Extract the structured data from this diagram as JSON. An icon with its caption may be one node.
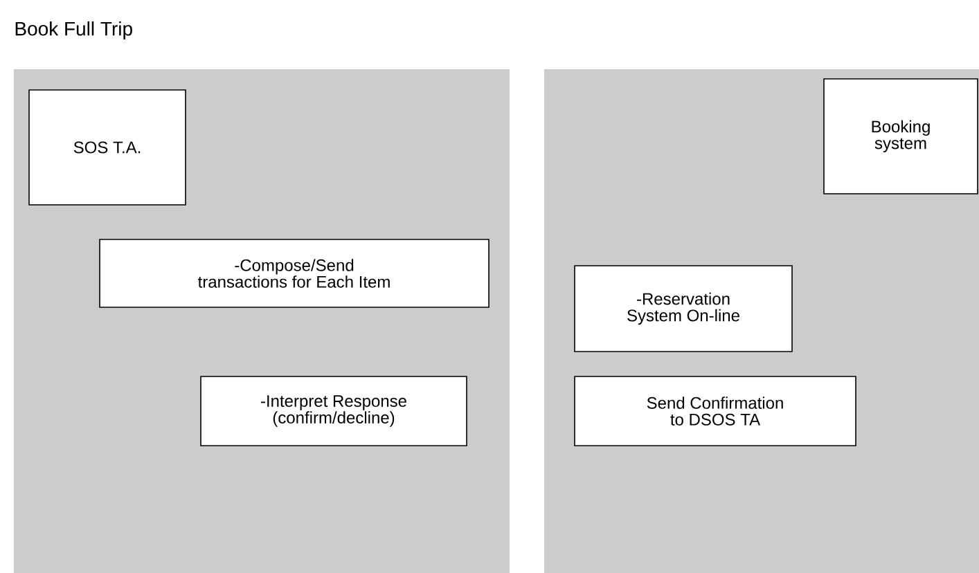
{
  "diagram": {
    "title": "Book Full Trip",
    "nodes": [
      {
        "text": [],
        "shape": "box"
      },
      {
        "text": [
          "SOS T.A."
        ],
        "in": 0
      },
      {
        "text": [
          "-Compose/Send transactions for Each Item"
        ],
        "in": 0
      },
      {
        "text": [
          "-Interpret Response (confirm/decline)"
        ],
        "in": 0
      },
      {
        "text": [],
        "shape": "box"
      },
      {
        "text": [
          "Booking system"
        ],
        "in": 4
      },
      {
        "text": [
          "-Reservation System On-line"
        ],
        "in": 4
      },
      {
        "text": [
          "Send Confirmation to DSOS TA"
        ],
        "in": 4
      }
    ],
    "edges": []
  }
}
